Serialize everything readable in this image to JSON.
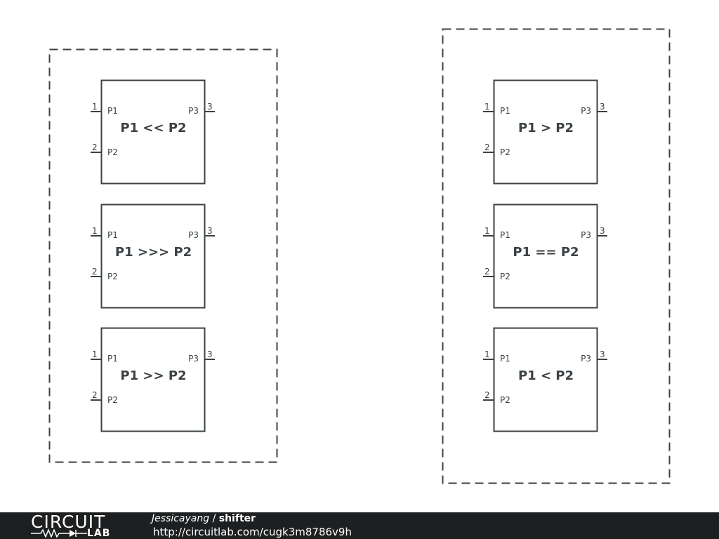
{
  "diagram": {
    "groups": [
      {
        "id": "left",
        "blocks": [
          {
            "label": "P1 << P2",
            "pins": {
              "in1": "P1",
              "in2": "P2",
              "out": "P3",
              "n1": "1",
              "n2": "2",
              "n3": "3"
            }
          },
          {
            "label": "P1 >>> P2",
            "pins": {
              "in1": "P1",
              "in2": "P2",
              "out": "P3",
              "n1": "1",
              "n2": "2",
              "n3": "3"
            }
          },
          {
            "label": "P1 >> P2",
            "pins": {
              "in1": "P1",
              "in2": "P2",
              "out": "P3",
              "n1": "1",
              "n2": "2",
              "n3": "3"
            }
          }
        ]
      },
      {
        "id": "right",
        "blocks": [
          {
            "label": "P1 > P2",
            "pins": {
              "in1": "P1",
              "in2": "P2",
              "out": "P3",
              "n1": "1",
              "n2": "2",
              "n3": "3"
            }
          },
          {
            "label": "P1 == P2",
            "pins": {
              "in1": "P1",
              "in2": "P2",
              "out": "P3",
              "n1": "1",
              "n2": "2",
              "n3": "3"
            }
          },
          {
            "label": "P1 < P2",
            "pins": {
              "in1": "P1",
              "in2": "P2",
              "out": "P3",
              "n1": "1",
              "n2": "2",
              "n3": "3"
            }
          }
        ]
      }
    ],
    "stroke_color": "#3b4246"
  },
  "footer": {
    "logo_top": "CIRCUIT",
    "logo_bottom": "LAB",
    "author": "Jessicayang",
    "separator": " / ",
    "title": "shifter",
    "url": "http://circuitlab.com/cugk3m8786v9h",
    "background": "#1d1f21"
  }
}
